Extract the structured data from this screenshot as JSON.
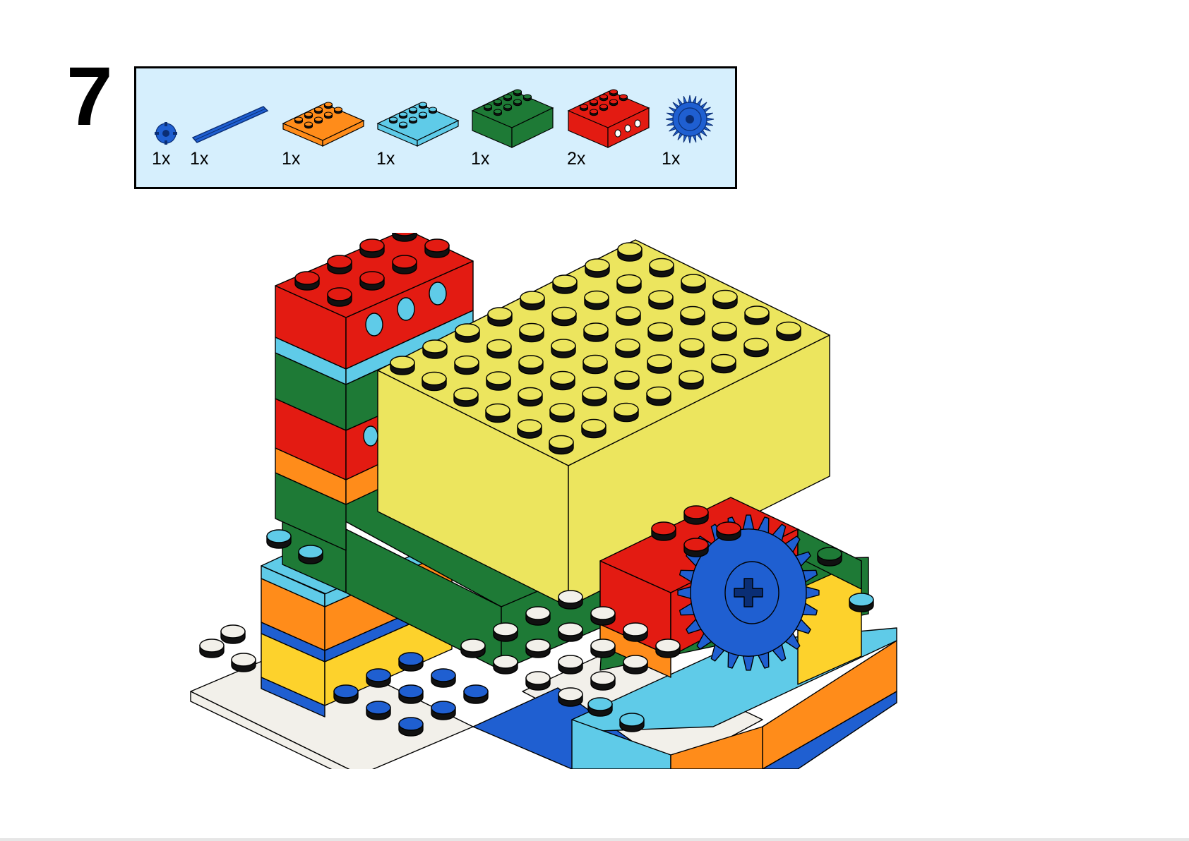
{
  "step": {
    "number": "7"
  },
  "parts": [
    {
      "icon": "bush-icon",
      "qty": "1x",
      "color": "#1f5fd1"
    },
    {
      "icon": "axle-icon",
      "qty": "1x",
      "color": "#1f5fd1"
    },
    {
      "icon": "plate-2x4-icon",
      "qty": "1x",
      "color": "#ff8c1a"
    },
    {
      "icon": "plate-2x4-icon",
      "qty": "1x",
      "color": "#5fcbe8"
    },
    {
      "icon": "brick-2x4-icon",
      "qty": "1x",
      "color": "#1e7a36"
    },
    {
      "icon": "technic-brick-2x4-icon",
      "qty": "2x",
      "color": "#e31b12"
    },
    {
      "icon": "gear-24-tooth-icon",
      "qty": "1x",
      "color": "#1f5fd1"
    }
  ],
  "colors": {
    "panel_background": "#d6effd",
    "red": "#e31b12",
    "yellow": "#ece55e",
    "green": "#1e7a36",
    "orange": "#ff8c1a",
    "light_blue": "#5fcbe8",
    "blue": "#1f5fd1",
    "white": "#f2f0ea",
    "bright_yellow": "#fdd22c"
  }
}
